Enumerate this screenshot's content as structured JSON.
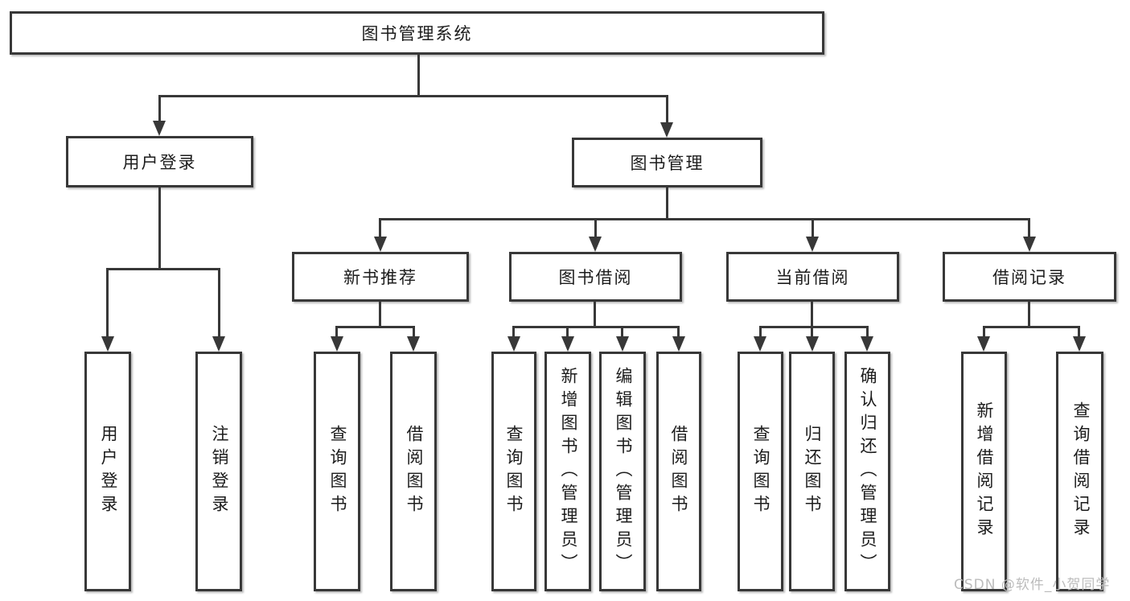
{
  "watermark": "CSDN @软件_小贺同学",
  "colors": {
    "line": "#383838",
    "box_border": "#383838",
    "text": "#1c1c1c",
    "watermark": "#bcbcbc",
    "background": "#ffffff"
  },
  "tree": {
    "label": "图书管理系统",
    "children": [
      {
        "label": "用户登录",
        "children": [
          {
            "label": "用户登录"
          },
          {
            "label": "注销登录"
          }
        ]
      },
      {
        "label": "图书管理",
        "children": [
          {
            "label": "新书推荐",
            "children": [
              {
                "label": "查询图书"
              },
              {
                "label": "借阅图书"
              }
            ]
          },
          {
            "label": "图书借阅",
            "children": [
              {
                "label": "查询图书"
              },
              {
                "label": "新增图书（管理员）"
              },
              {
                "label": "编辑图书（管理员）"
              },
              {
                "label": "借阅图书"
              }
            ]
          },
          {
            "label": "当前借阅",
            "children": [
              {
                "label": "查询图书"
              },
              {
                "label": "归还图书"
              },
              {
                "label": "确认归还（管理员）"
              }
            ]
          },
          {
            "label": "借阅记录",
            "children": [
              {
                "label": "新增借阅记录"
              },
              {
                "label": "查询借阅记录"
              }
            ]
          }
        ]
      }
    ]
  }
}
